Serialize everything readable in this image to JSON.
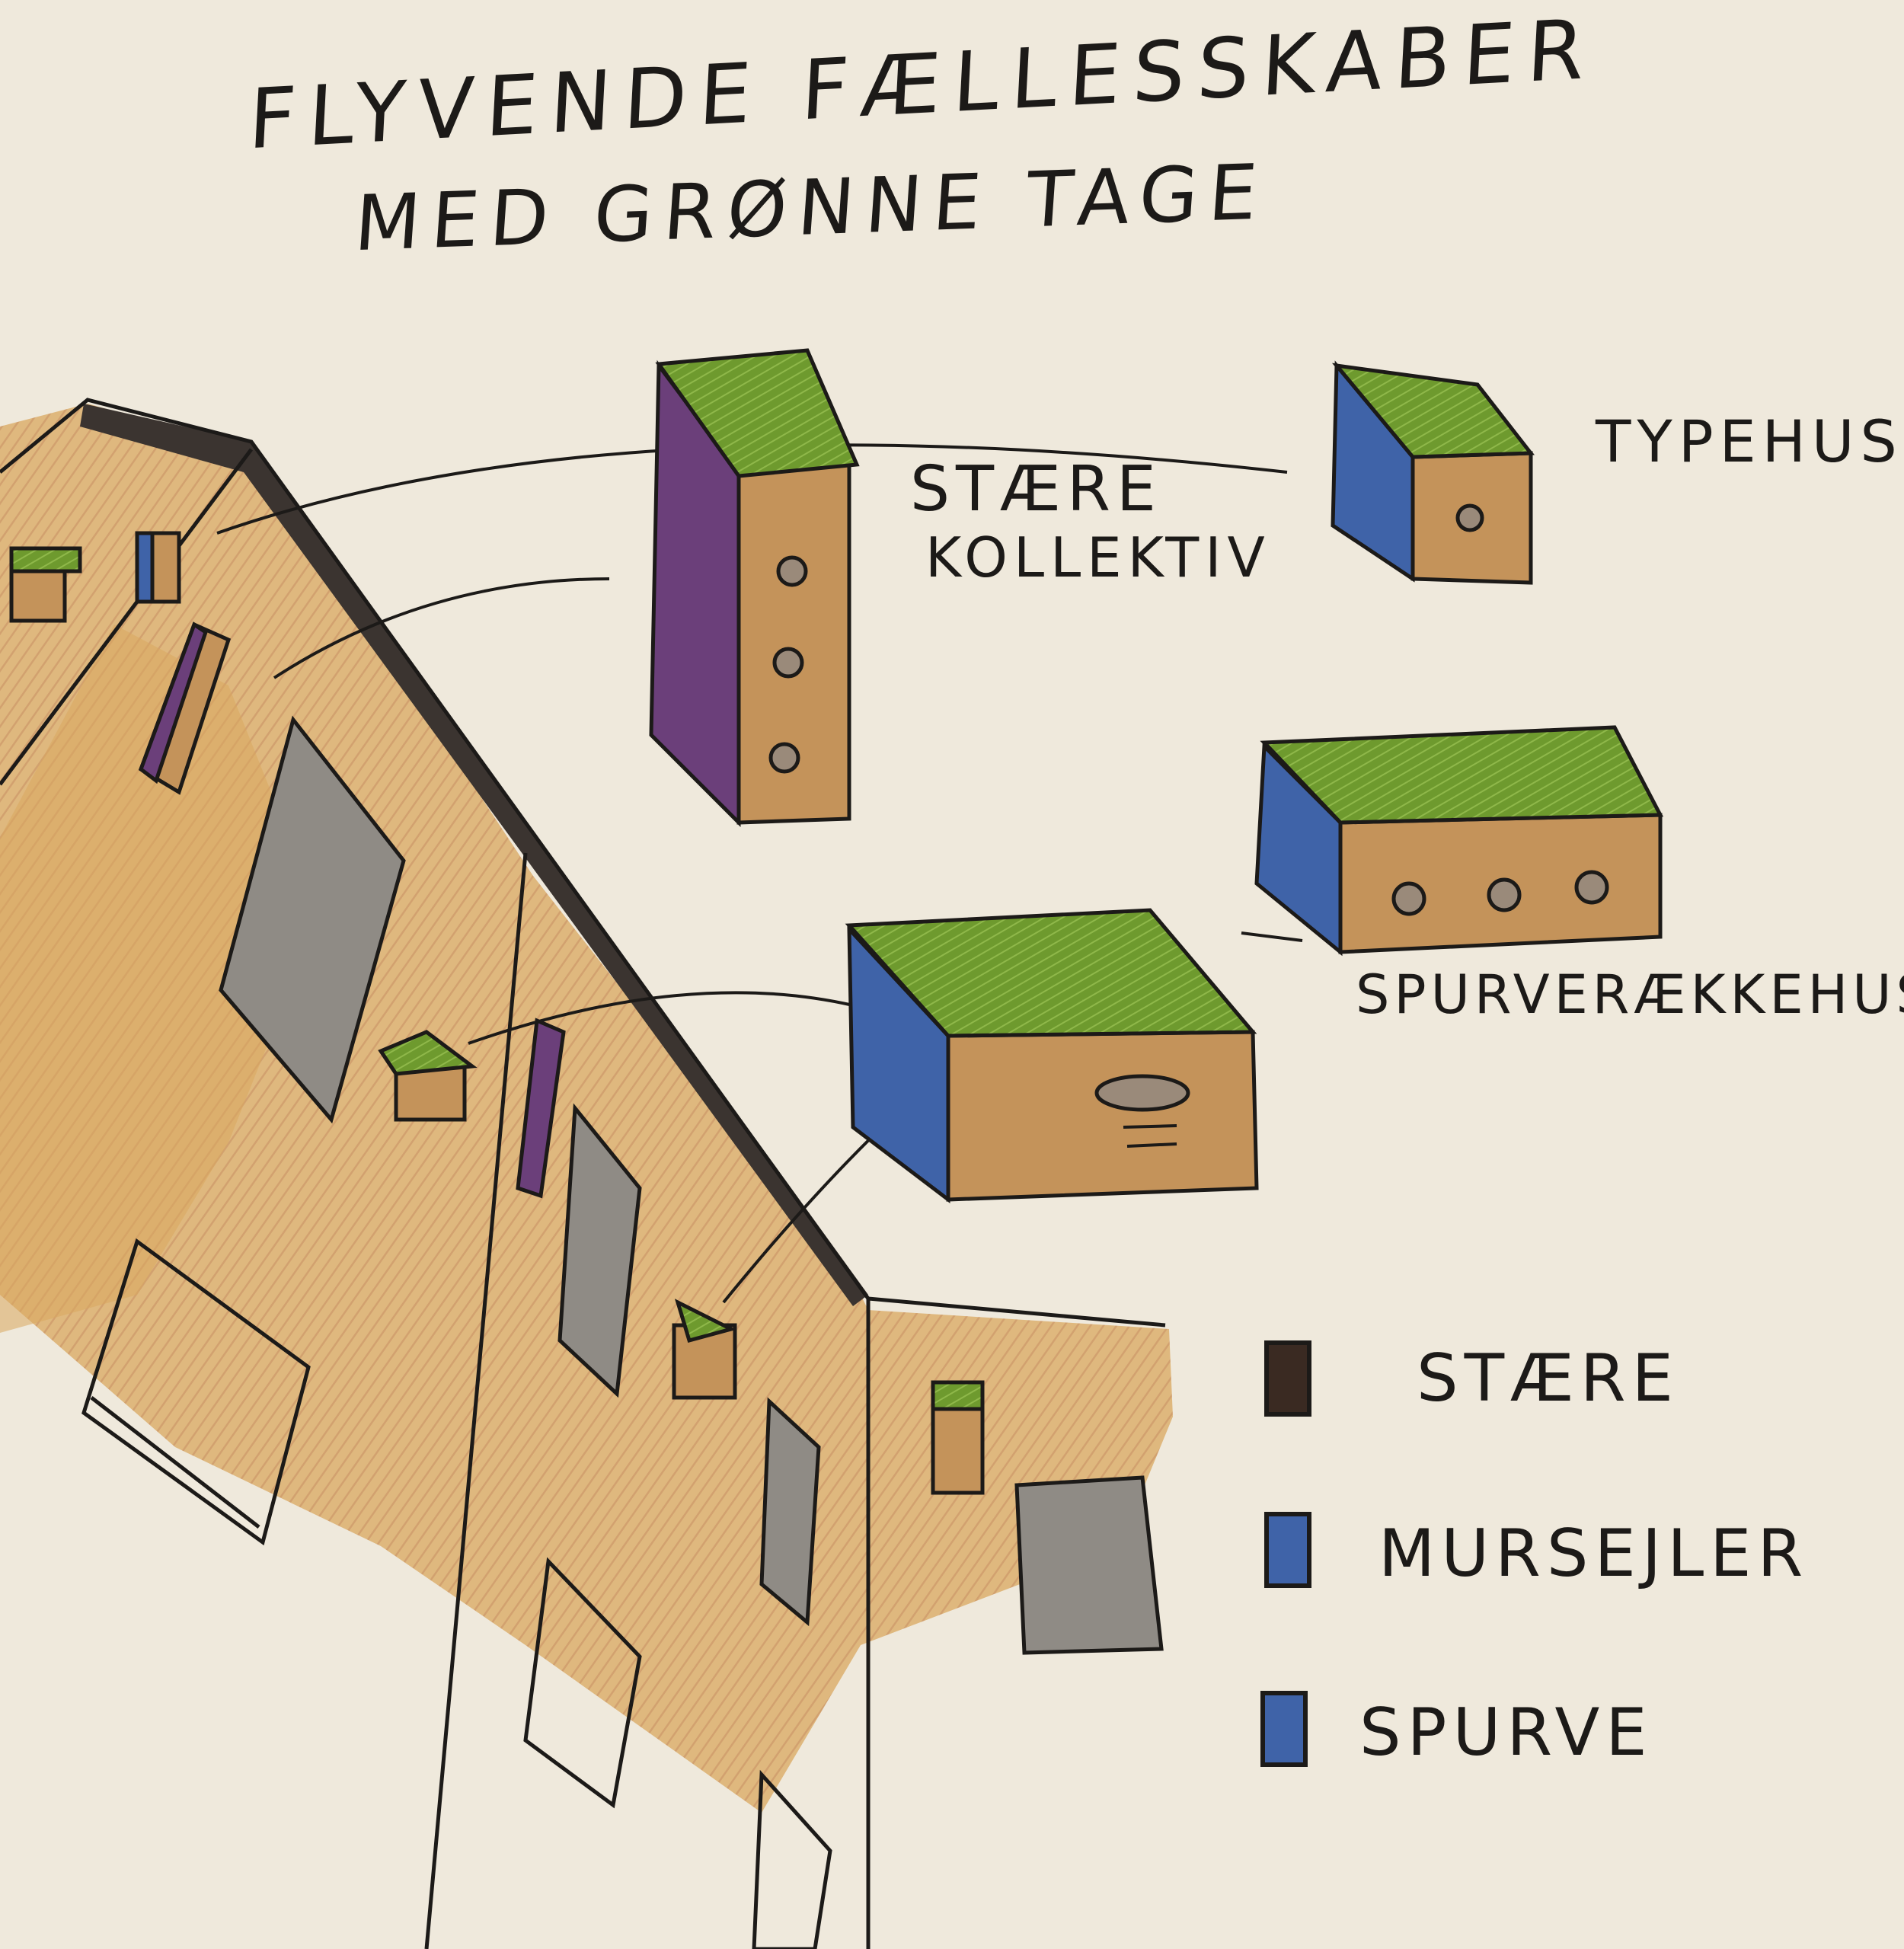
{
  "title": {
    "line1": "FLYVENDE FÆLLESSKABER",
    "line2": "MED GRØNNE TAGE"
  },
  "birdhouses": [
    {
      "label_line1": "STÆRE",
      "label_line2": "KOLLEKTIV"
    },
    {
      "label": "TYPEHUS"
    },
    {
      "label": "SPURVERÆKKEHUS"
    }
  ],
  "legend": [
    {
      "label": "STÆRE",
      "color": "#3a2a22"
    },
    {
      "label": "MURSEJLER",
      "color": "#3f63a8"
    },
    {
      "label": "SPURVE",
      "color": "#3f63a8"
    }
  ],
  "colors": {
    "paper": "#efe9dc",
    "ink": "#1c1a18",
    "wall": "#c8894a",
    "wall_light": "#d9a75e",
    "roof_green": "#6e9a2e",
    "side_purple": "#6b3f7a",
    "side_blue": "#3f63a8",
    "wood": "#c4935a",
    "window_grey": "#8f8b85"
  }
}
